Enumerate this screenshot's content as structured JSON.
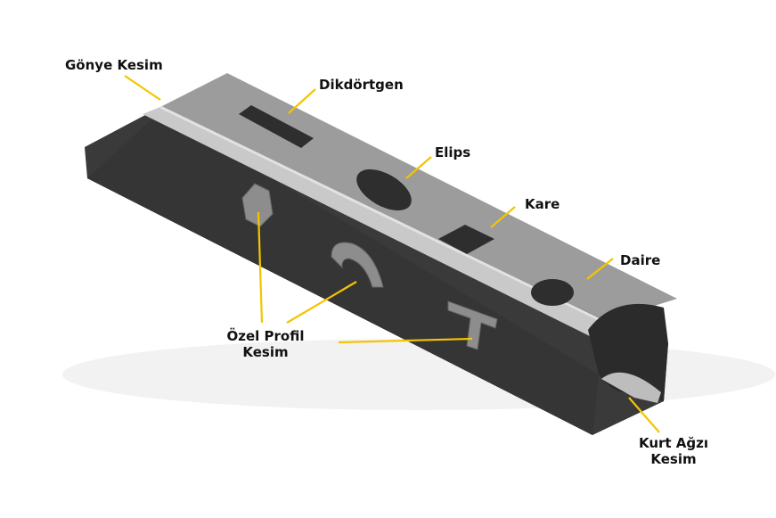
{
  "labels": {
    "gonye": "Gönye Kesim",
    "dikdortgen": "Dikdörtgen",
    "elips": "Elips",
    "kare": "Kare",
    "daire": "Daire",
    "ozel_line1": "Özel Profil",
    "ozel_line2": "Kesim",
    "kurt_line1": "Kurt Ağzı",
    "kurt_line2": "Kesim"
  },
  "colors": {
    "leader": "#f5c400",
    "top_face": "#9a9a9a",
    "side_face": "#3a3a3a",
    "edge_highlight": "#d8d8d8",
    "hole": "#2e2e2e",
    "background": "#ffffff"
  }
}
